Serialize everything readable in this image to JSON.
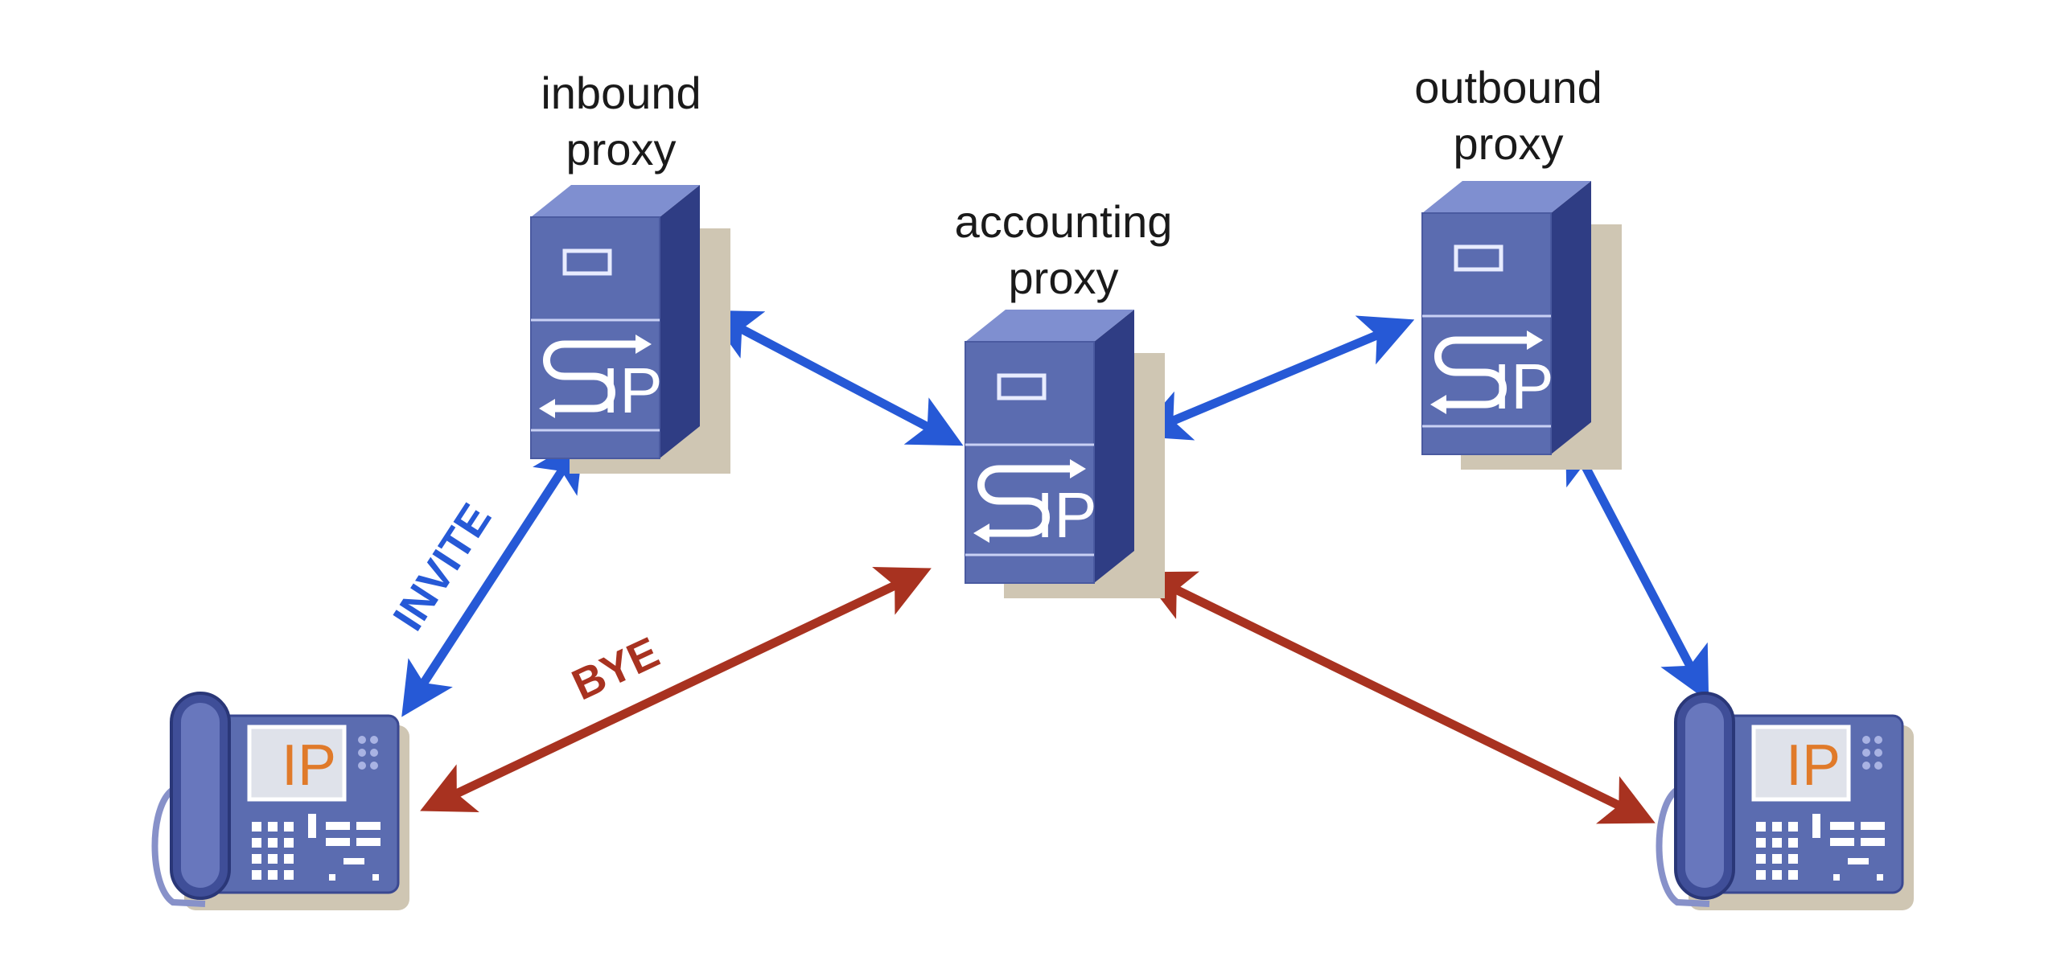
{
  "nodes": {
    "inbound": {
      "label_line1": "inbound",
      "label_line2": "proxy",
      "badge": "IP"
    },
    "accounting": {
      "label_line1": "accounting",
      "label_line2": "proxy",
      "badge": "IP"
    },
    "outbound": {
      "label_line1": "outbound",
      "label_line2": "proxy",
      "badge": "IP"
    },
    "phone_left": {
      "screen_text": "IP"
    },
    "phone_right": {
      "screen_text": "IP"
    }
  },
  "edges": {
    "invite": {
      "label": "INVITE",
      "color": "#2659d6"
    },
    "bye": {
      "label": "BYE",
      "color": "#a83220"
    }
  },
  "colors": {
    "server_front": "#5b6cb0",
    "server_side": "#2f3d84",
    "server_top": "#7f8fd0",
    "shadow": "#cfc6b3",
    "blue_arrow": "#2659d6",
    "red_arrow": "#a83220",
    "ip_orange": "#e07a2a"
  }
}
